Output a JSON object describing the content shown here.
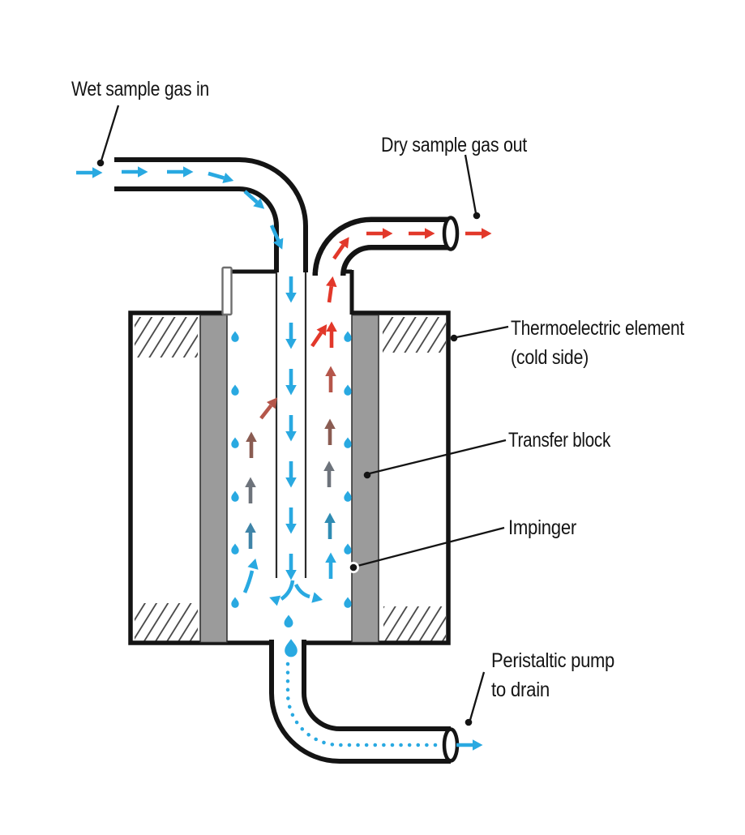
{
  "labels": {
    "wet_in": "Wet sample gas in",
    "dry_out": "Dry sample gas out",
    "thermoelectric_1": "Thermoelectric element",
    "thermoelectric_2": "(cold side)",
    "transfer_block": "Transfer block",
    "impinger": "Impinger",
    "pump_1": "Peristaltic pump",
    "pump_2": "to drain"
  },
  "colors": {
    "wet_blue": "#29a9e1",
    "dry_red": "#e2382a",
    "red_brown": "#b5564a",
    "brown": "#8a5c52",
    "neutral_gray": "#6d737b",
    "steel_blue": "#3f84a8",
    "teal_blue": "#2f8cb3",
    "block_gray": "#9b9b9b",
    "ink": "#141414",
    "hatch_gray": "#3f3f3f"
  },
  "icons": {
    "flow_arrow": "arrow",
    "condensate": "water-droplet"
  }
}
